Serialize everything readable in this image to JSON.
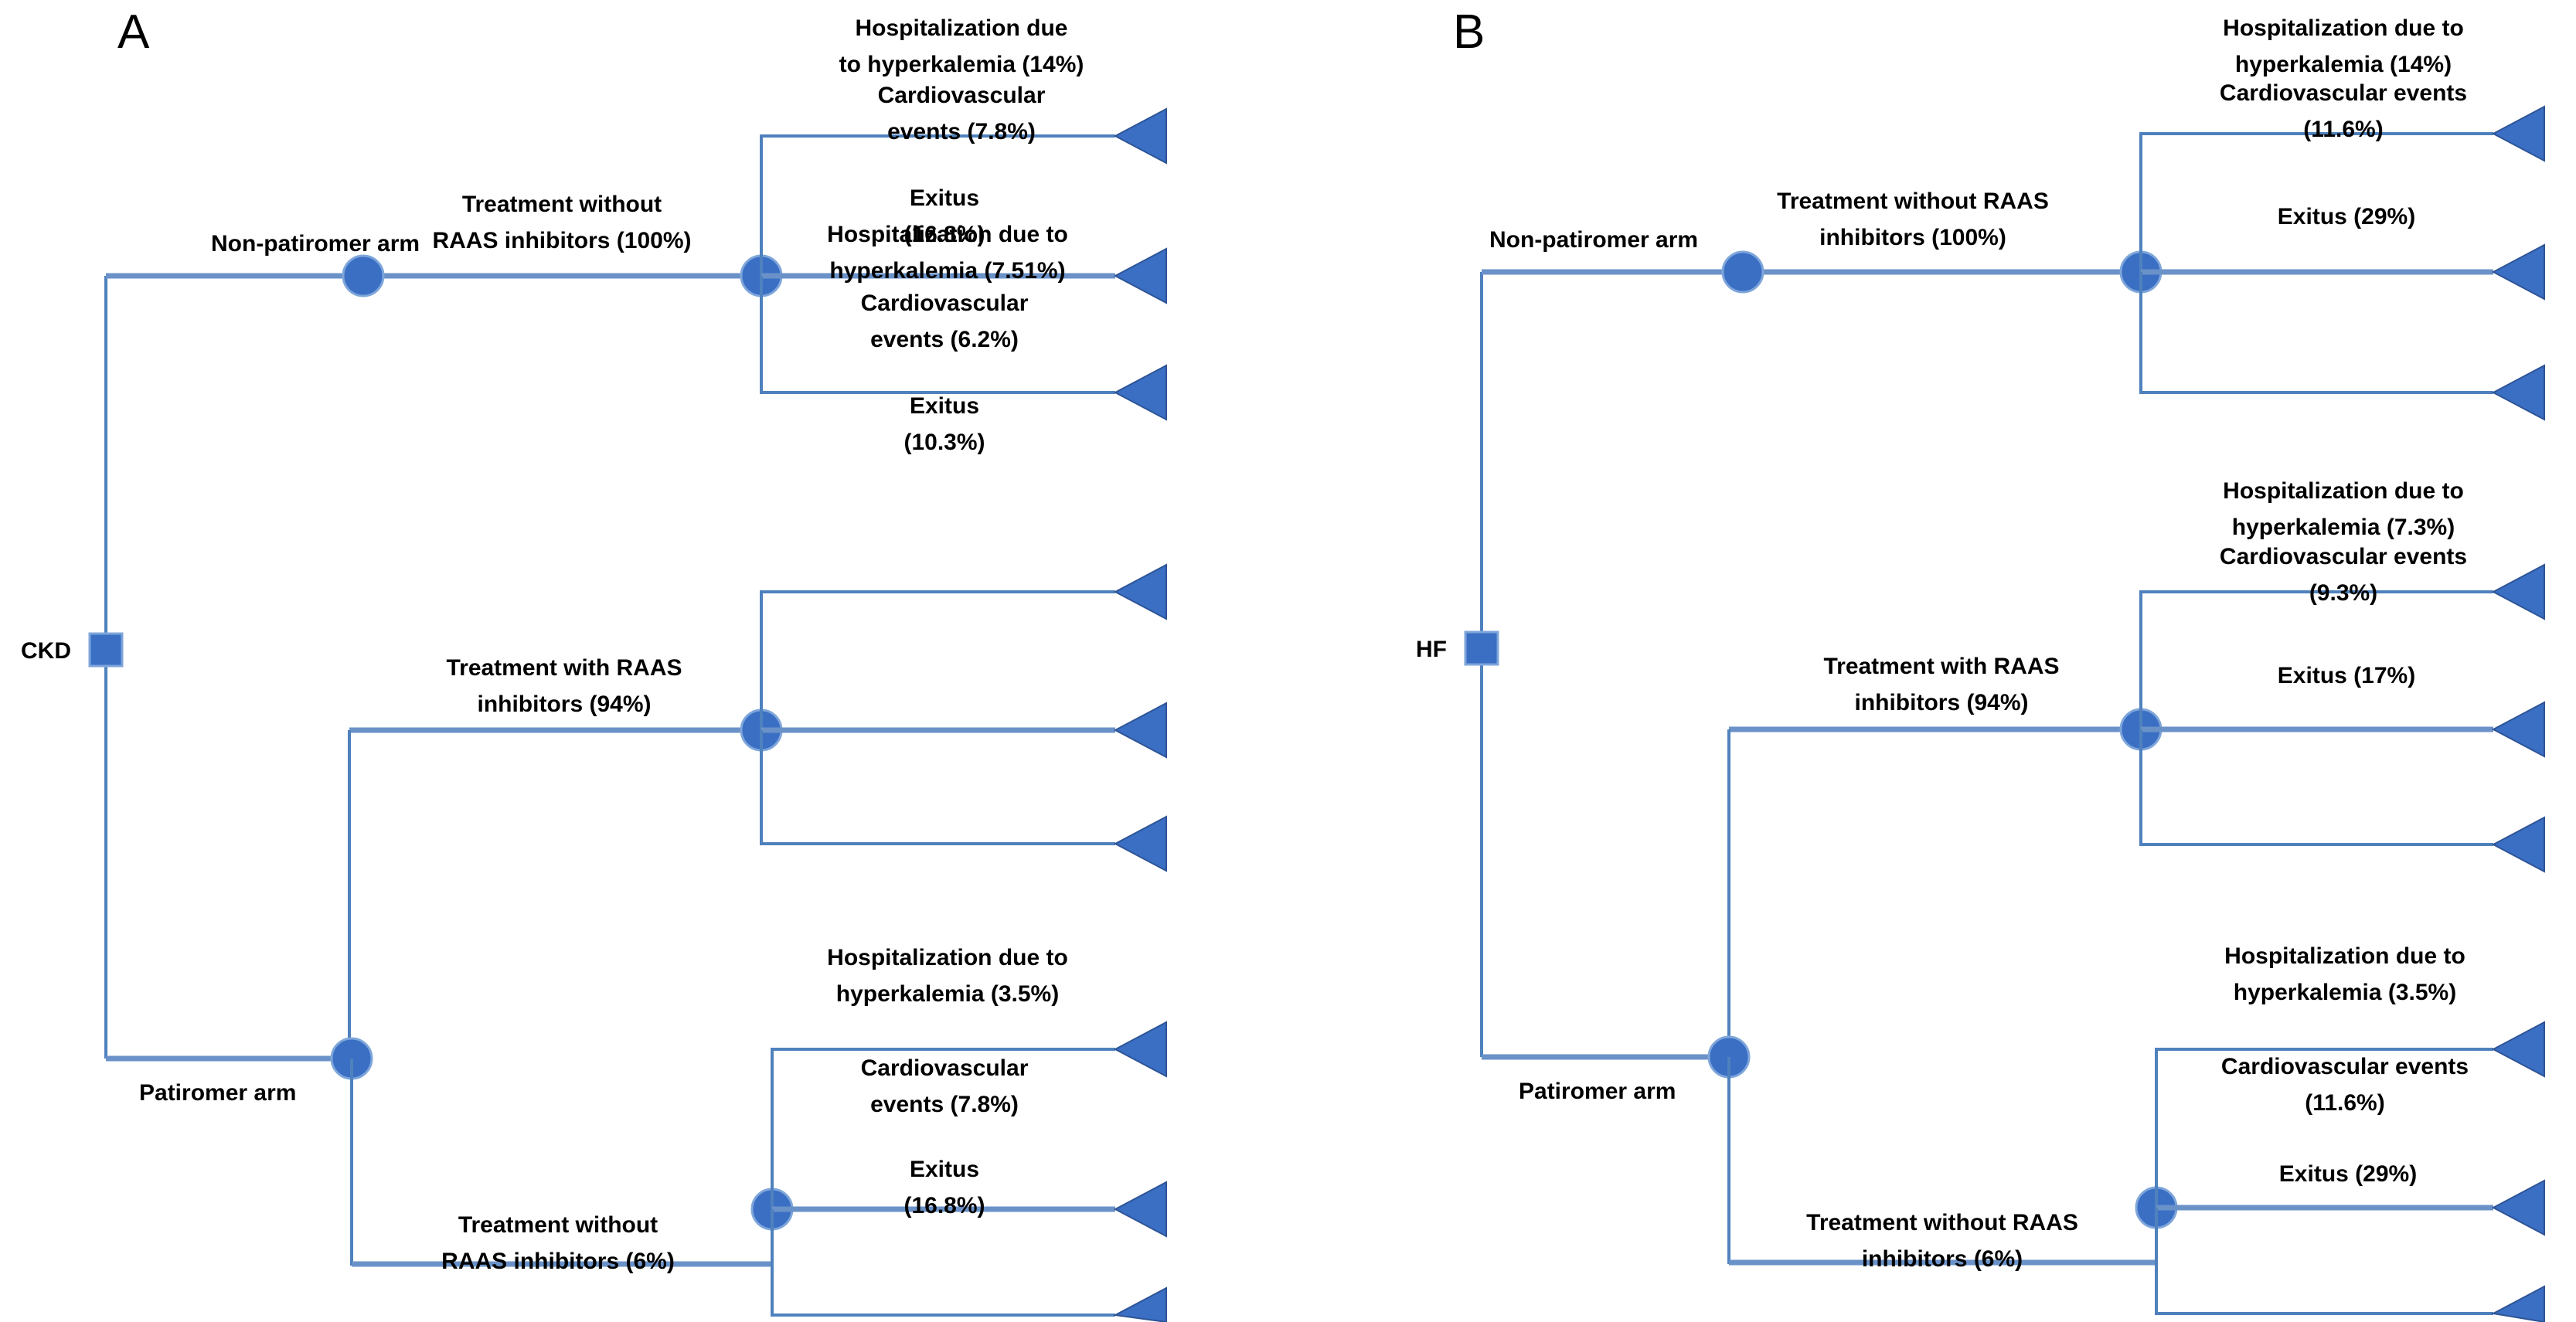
{
  "figure": {
    "background_color": "#ffffff",
    "node_color": "#3A6FC4",
    "line_color": "#4F81BD",
    "text_color": "#000000"
  },
  "panels": [
    {
      "letter": "A",
      "root_label": "CKD",
      "arms": [
        {
          "arm_label": "Non-patiromer arm",
          "treatment_label_line1": "Treatment without",
          "treatment_label_line2": "RAAS inhibitors (100%)",
          "outcomes": [
            {
              "line1": "Hospitalization due",
              "line2": "to hyperkalemia (14%)"
            },
            {
              "line1": "Cardiovascular",
              "line2": "events (7.8%)"
            },
            {
              "line1": "Exitus",
              "line2": "(16.8%)"
            }
          ]
        },
        {
          "arm_label": "",
          "treatment_label_line1": "Treatment with RAAS",
          "treatment_label_line2": "inhibitors (94%)",
          "outcomes": [
            {
              "line1": "Hospitalization due to",
              "line2": "hyperkalemia (7.51%)"
            },
            {
              "line1": "Cardiovascular",
              "line2": "events (6.2%)"
            },
            {
              "line1": "Exitus",
              "line2": "(10.3%)"
            }
          ]
        },
        {
          "arm_label": "Patiromer arm",
          "treatment_label_line1": "Treatment without",
          "treatment_label_line2": "RAAS inhibitors (6%)",
          "outcomes": [
            {
              "line1": "Hospitalization due to",
              "line2": "hyperkalemia (3.5%)"
            },
            {
              "line1": "Cardiovascular",
              "line2": "events (7.8%)"
            },
            {
              "line1": "Exitus",
              "line2": "(16.8%)"
            }
          ]
        }
      ]
    },
    {
      "letter": "B",
      "root_label": "HF",
      "arms": [
        {
          "arm_label": "Non-patiromer arm",
          "treatment_label_line1": "Treatment without RAAS",
          "treatment_label_line2": "inhibitors (100%)",
          "outcomes": [
            {
              "line1": "Hospitalization due to",
              "line2": "hyperkalemia (14%)"
            },
            {
              "line1": "Cardiovascular events",
              "line2": "(11.6%)"
            },
            {
              "line1": "Exitus (29%)",
              "line2": ""
            }
          ]
        },
        {
          "arm_label": "",
          "treatment_label_line1": "Treatment with RAAS",
          "treatment_label_line2": "inhibitors (94%)",
          "outcomes": [
            {
              "line1": "Hospitalization due to",
              "line2": "hyperkalemia (7.3%)"
            },
            {
              "line1": "Cardiovascular events",
              "line2": "(9.3%)"
            },
            {
              "line1": "Exitus (17%)",
              "line2": ""
            }
          ]
        },
        {
          "arm_label": "Patiromer arm",
          "treatment_label_line1": "Treatment without RAAS",
          "treatment_label_line2": "inhibitors (6%)",
          "outcomes": [
            {
              "line1": "Hospitalization due to",
              "line2": "hyperkalemia (3.5%)"
            },
            {
              "line1": "Cardiovascular events",
              "line2": "(11.6%)"
            },
            {
              "line1": "Exitus (29%)",
              "line2": ""
            }
          ]
        }
      ]
    }
  ],
  "chart_data": {
    "type": "diagram",
    "diagram_type": "decision-tree",
    "title": "",
    "panels": [
      {
        "id": "A",
        "root": "CKD",
        "branches": [
          {
            "arm": "Non-patiromer arm",
            "treatment": "Treatment without RAAS inhibitors",
            "treatment_probability": "100%",
            "outcomes": [
              {
                "name": "Hospitalization due to hyperkalemia",
                "value": "14%"
              },
              {
                "name": "Cardiovascular events",
                "value": "7.8%"
              },
              {
                "name": "Exitus",
                "value": "16.8%"
              }
            ]
          },
          {
            "arm": "Patiromer arm",
            "treatment": "Treatment with RAAS inhibitors",
            "treatment_probability": "94%",
            "outcomes": [
              {
                "name": "Hospitalization due to hyperkalemia",
                "value": "7.51%"
              },
              {
                "name": "Cardiovascular events",
                "value": "6.2%"
              },
              {
                "name": "Exitus",
                "value": "10.3%"
              }
            ]
          },
          {
            "arm": "Patiromer arm",
            "treatment": "Treatment without RAAS inhibitors",
            "treatment_probability": "6%",
            "outcomes": [
              {
                "name": "Hospitalization due to hyperkalemia",
                "value": "3.5%"
              },
              {
                "name": "Cardiovascular events",
                "value": "7.8%"
              },
              {
                "name": "Exitus",
                "value": "16.8%"
              }
            ]
          }
        ]
      },
      {
        "id": "B",
        "root": "HF",
        "branches": [
          {
            "arm": "Non-patiromer arm",
            "treatment": "Treatment without RAAS inhibitors",
            "treatment_probability": "100%",
            "outcomes": [
              {
                "name": "Hospitalization due to hyperkalemia",
                "value": "14%"
              },
              {
                "name": "Cardiovascular events",
                "value": "11.6%"
              },
              {
                "name": "Exitus",
                "value": "29%"
              }
            ]
          },
          {
            "arm": "Patiromer arm",
            "treatment": "Treatment with RAAS inhibitors",
            "treatment_probability": "94%",
            "outcomes": [
              {
                "name": "Hospitalization due to hyperkalemia",
                "value": "7.3%"
              },
              {
                "name": "Cardiovascular events",
                "value": "9.3%"
              },
              {
                "name": "Exitus",
                "value": "17%"
              }
            ]
          },
          {
            "arm": "Patiromer arm",
            "treatment": "Treatment without RAAS inhibitors",
            "treatment_probability": "6%",
            "outcomes": [
              {
                "name": "Hospitalization due to hyperkalemia",
                "value": "3.5%"
              },
              {
                "name": "Cardiovascular events",
                "value": "11.6%"
              },
              {
                "name": "Exitus",
                "value": "29%"
              }
            ]
          }
        ]
      }
    ]
  }
}
